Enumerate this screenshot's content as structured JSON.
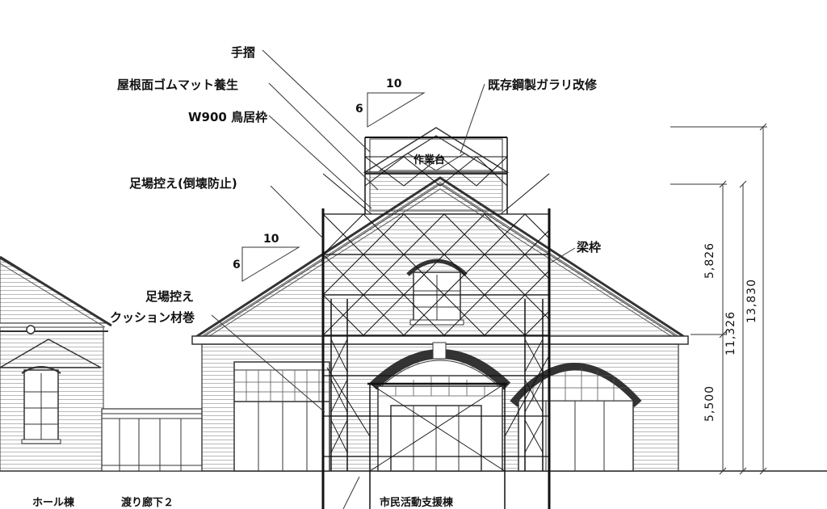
{
  "annotations": {
    "handrail": "手摺",
    "roof_rubber_mat": "屋根面ゴムマット養生",
    "torii_frame": "W900 鳥居枠",
    "scaffold_brace_collapse": "足場控え(倒壊防止)",
    "existing_steel_gallery": "既存鋼製ガラリ改修",
    "beam_frame": "梁枠",
    "scaffold_brace_cushion_1": "足場控え",
    "scaffold_brace_cushion_2": "クッション材巻",
    "work_platform": "作業台"
  },
  "slopes": {
    "upper_run": "10",
    "upper_rise": "6",
    "lower_run": "10",
    "lower_rise": "6"
  },
  "dimensions": {
    "d1": "5,826",
    "d2": "5,500",
    "d3": "11,326",
    "d4": "13,830"
  },
  "buildings": {
    "hall": "ホール棟",
    "corridor": "渡り廊下２",
    "center": "市民活動支援棟"
  }
}
